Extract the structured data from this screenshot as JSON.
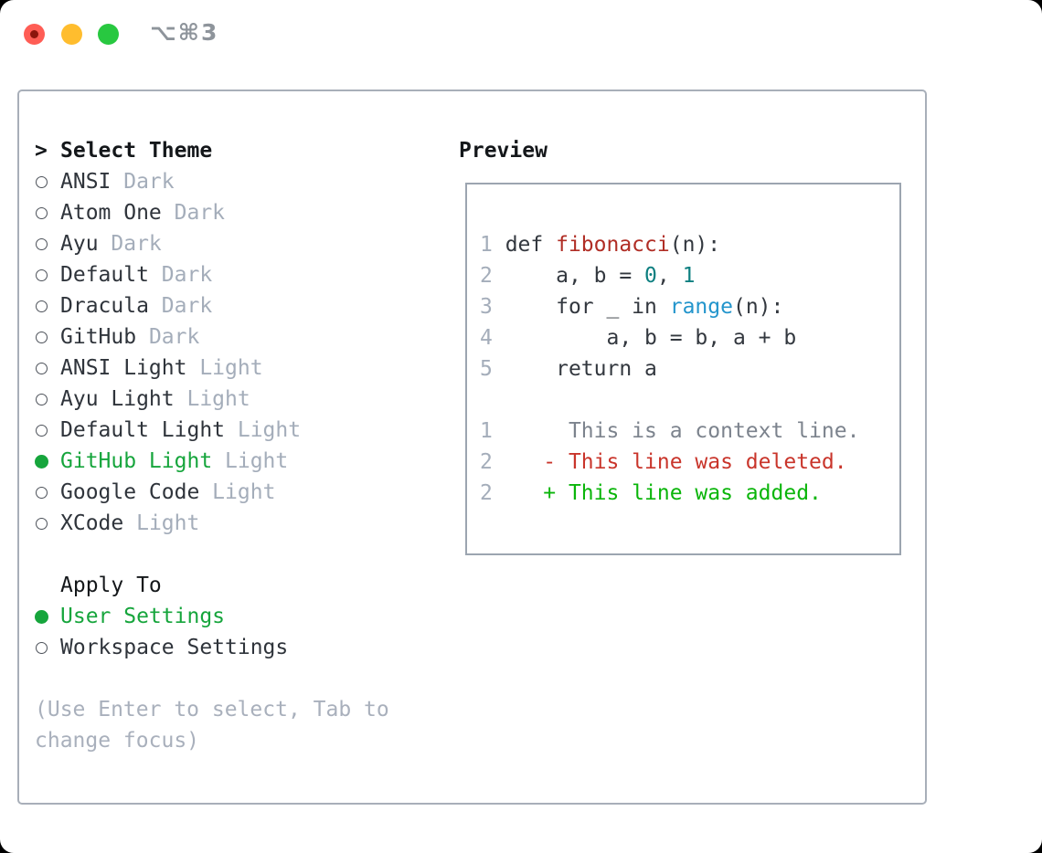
{
  "window": {
    "shortcut_label": "⌥⌘3"
  },
  "theme_panel": {
    "header": {
      "prompt": ">",
      "label": "Select Theme"
    },
    "themes": [
      {
        "name": "ANSI",
        "tag": "Dark",
        "selected": false
      },
      {
        "name": "Atom One",
        "tag": "Dark",
        "selected": false
      },
      {
        "name": "Ayu",
        "tag": "Dark",
        "selected": false
      },
      {
        "name": "Default",
        "tag": "Dark",
        "selected": false
      },
      {
        "name": "Dracula",
        "tag": "Dark",
        "selected": false
      },
      {
        "name": "GitHub",
        "tag": "Dark",
        "selected": false
      },
      {
        "name": "ANSI Light",
        "tag": "Light",
        "selected": false
      },
      {
        "name": "Ayu Light",
        "tag": "Light",
        "selected": false
      },
      {
        "name": "Default Light",
        "tag": "Light",
        "selected": false
      },
      {
        "name": "GitHub Light",
        "tag": "Light",
        "selected": true
      },
      {
        "name": "Google Code",
        "tag": "Light",
        "selected": false
      },
      {
        "name": "XCode",
        "tag": "Light",
        "selected": false
      }
    ],
    "apply_to": {
      "label": "Apply To",
      "options": [
        {
          "name": "User Settings",
          "selected": true
        },
        {
          "name": "Workspace Settings",
          "selected": false
        }
      ]
    },
    "hint": "(Use Enter to select, Tab to change focus)"
  },
  "preview": {
    "title": "Preview",
    "code_lines": [
      [
        [
          "num",
          "1 "
        ],
        [
          "code",
          "def "
        ],
        [
          "func",
          "fibonacci"
        ],
        [
          "code",
          "(n):"
        ]
      ],
      [
        [
          "num",
          "2 "
        ],
        [
          "code",
          "    a, b = "
        ],
        [
          "lit",
          "0"
        ],
        [
          "code",
          ", "
        ],
        [
          "lit",
          "1"
        ]
      ],
      [
        [
          "num",
          "3 "
        ],
        [
          "code",
          "    for _ in "
        ],
        [
          "builtin",
          "range"
        ],
        [
          "code",
          "(n):"
        ]
      ],
      [
        [
          "num",
          "4 "
        ],
        [
          "code",
          "        a, b = b, a + b"
        ]
      ],
      [
        [
          "num",
          "5 "
        ],
        [
          "code",
          "    return a"
        ]
      ],
      [],
      [
        [
          "num",
          "1"
        ],
        [
          "ctx",
          "      This is a context line."
        ]
      ],
      [
        [
          "num",
          "2"
        ],
        [
          "code",
          "    "
        ],
        [
          "del",
          "- This line was deleted."
        ]
      ],
      [
        [
          "num",
          "2"
        ],
        [
          "code",
          "    "
        ],
        [
          "add",
          "+ This line was added."
        ]
      ]
    ]
  },
  "colors": {
    "tl-red": "#ff5d55",
    "tl-red-dot": "#8c150d",
    "tl-yellow": "#ffbd2e",
    "tl-green": "#28c840",
    "shortcut": "#8e949b",
    "panel-border": "#a8afb9",
    "preview-border": "#9ca5b0",
    "header-text": "#14171a",
    "item-text": "#2f343b",
    "code-text": "#33383f",
    "muted": "#a4adba",
    "hint": "#a9b0bc",
    "radio-outline": "#4d525a",
    "accent-green": "#16a53c",
    "add-green": "#0ab50a",
    "del-red": "#c9352b",
    "func-red": "#b02d25",
    "lit-teal": "#0d7f80",
    "builtin-blue": "#2395cc",
    "ctx-gray": "#7c838d"
  }
}
